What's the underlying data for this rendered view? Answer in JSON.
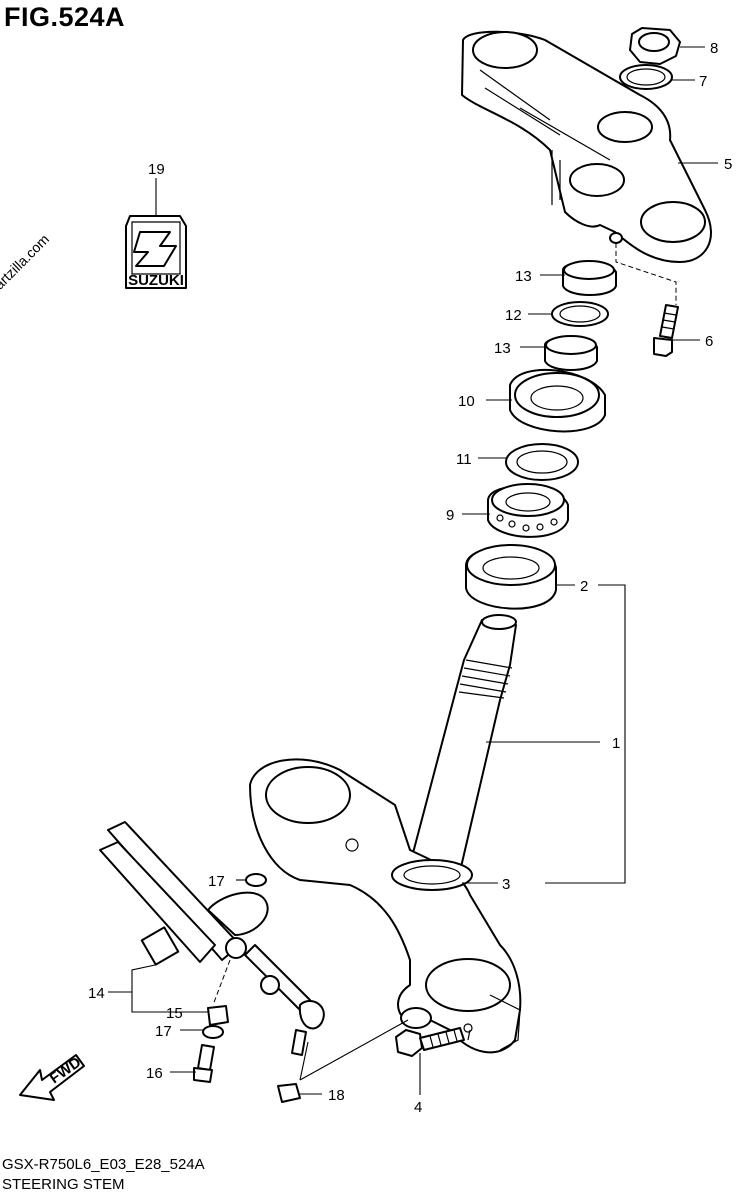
{
  "figure": {
    "title": "FIG.524A",
    "model_code": "GSX-R750L6_E03_E28_524A",
    "section_name": "STEERING STEM",
    "watermark": "© Partzilla.com",
    "badge_text": "SUZUKI",
    "fwd_label": "FWD"
  },
  "callouts": [
    "1",
    "2",
    "3",
    "4",
    "5",
    "6",
    "7",
    "8",
    "9",
    "10",
    "11",
    "12",
    "13",
    "13",
    "14",
    "15",
    "16",
    "17",
    "17",
    "18",
    "19"
  ]
}
